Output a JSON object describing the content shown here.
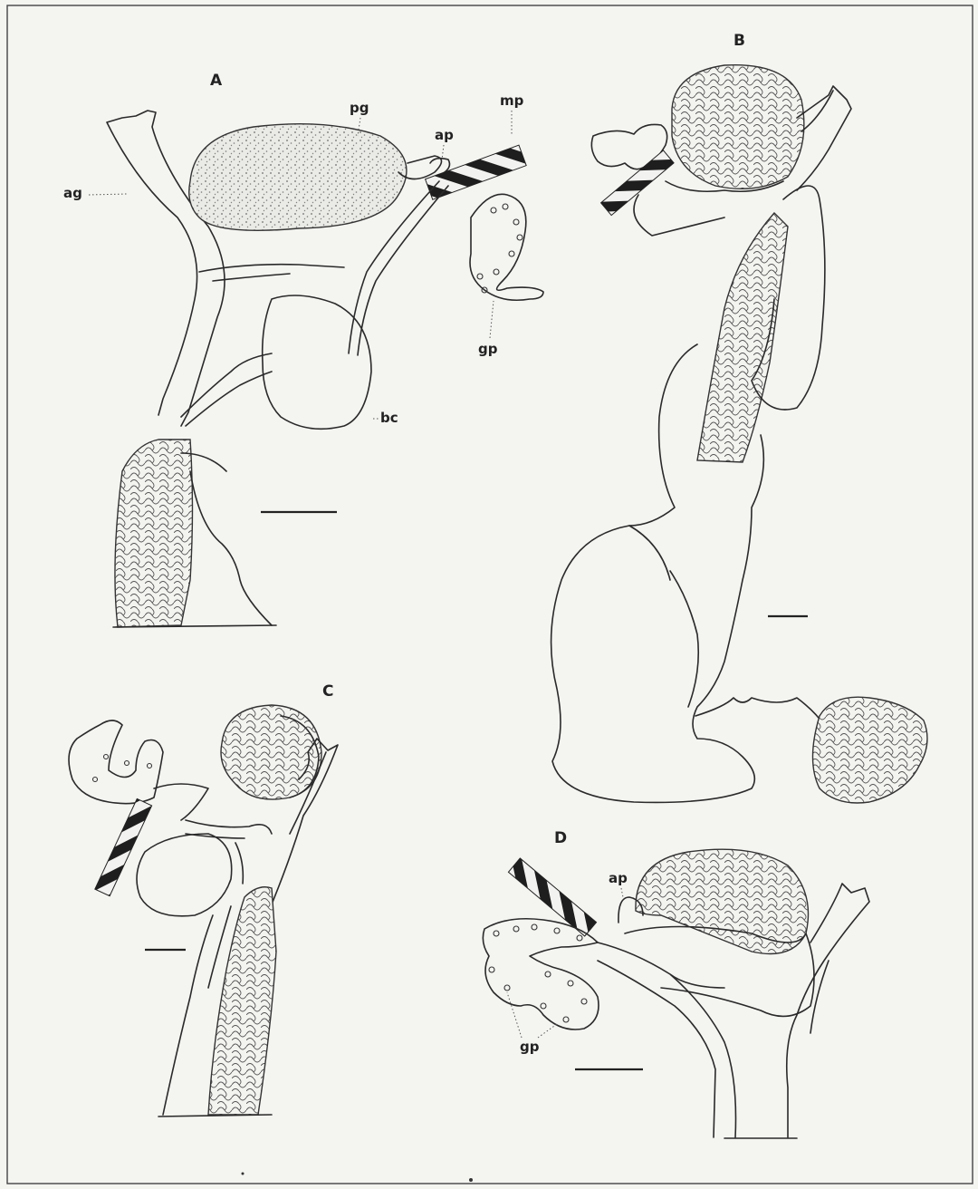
{
  "panels": {
    "A": {
      "letter": "A",
      "labels": {
        "pg": "pg",
        "ap": "ap",
        "mp": "mp",
        "ag": "ag",
        "gp": "gp",
        "bc": "bc"
      }
    },
    "B": {
      "letter": "B"
    },
    "C": {
      "letter": "C"
    },
    "D": {
      "letter": "D",
      "labels": {
        "ap": "ap",
        "gp": "gp"
      }
    }
  },
  "colors": {
    "ink": "#2a2a2a",
    "paper": "#f4f4f1",
    "stipple": "#7a7a7a"
  }
}
